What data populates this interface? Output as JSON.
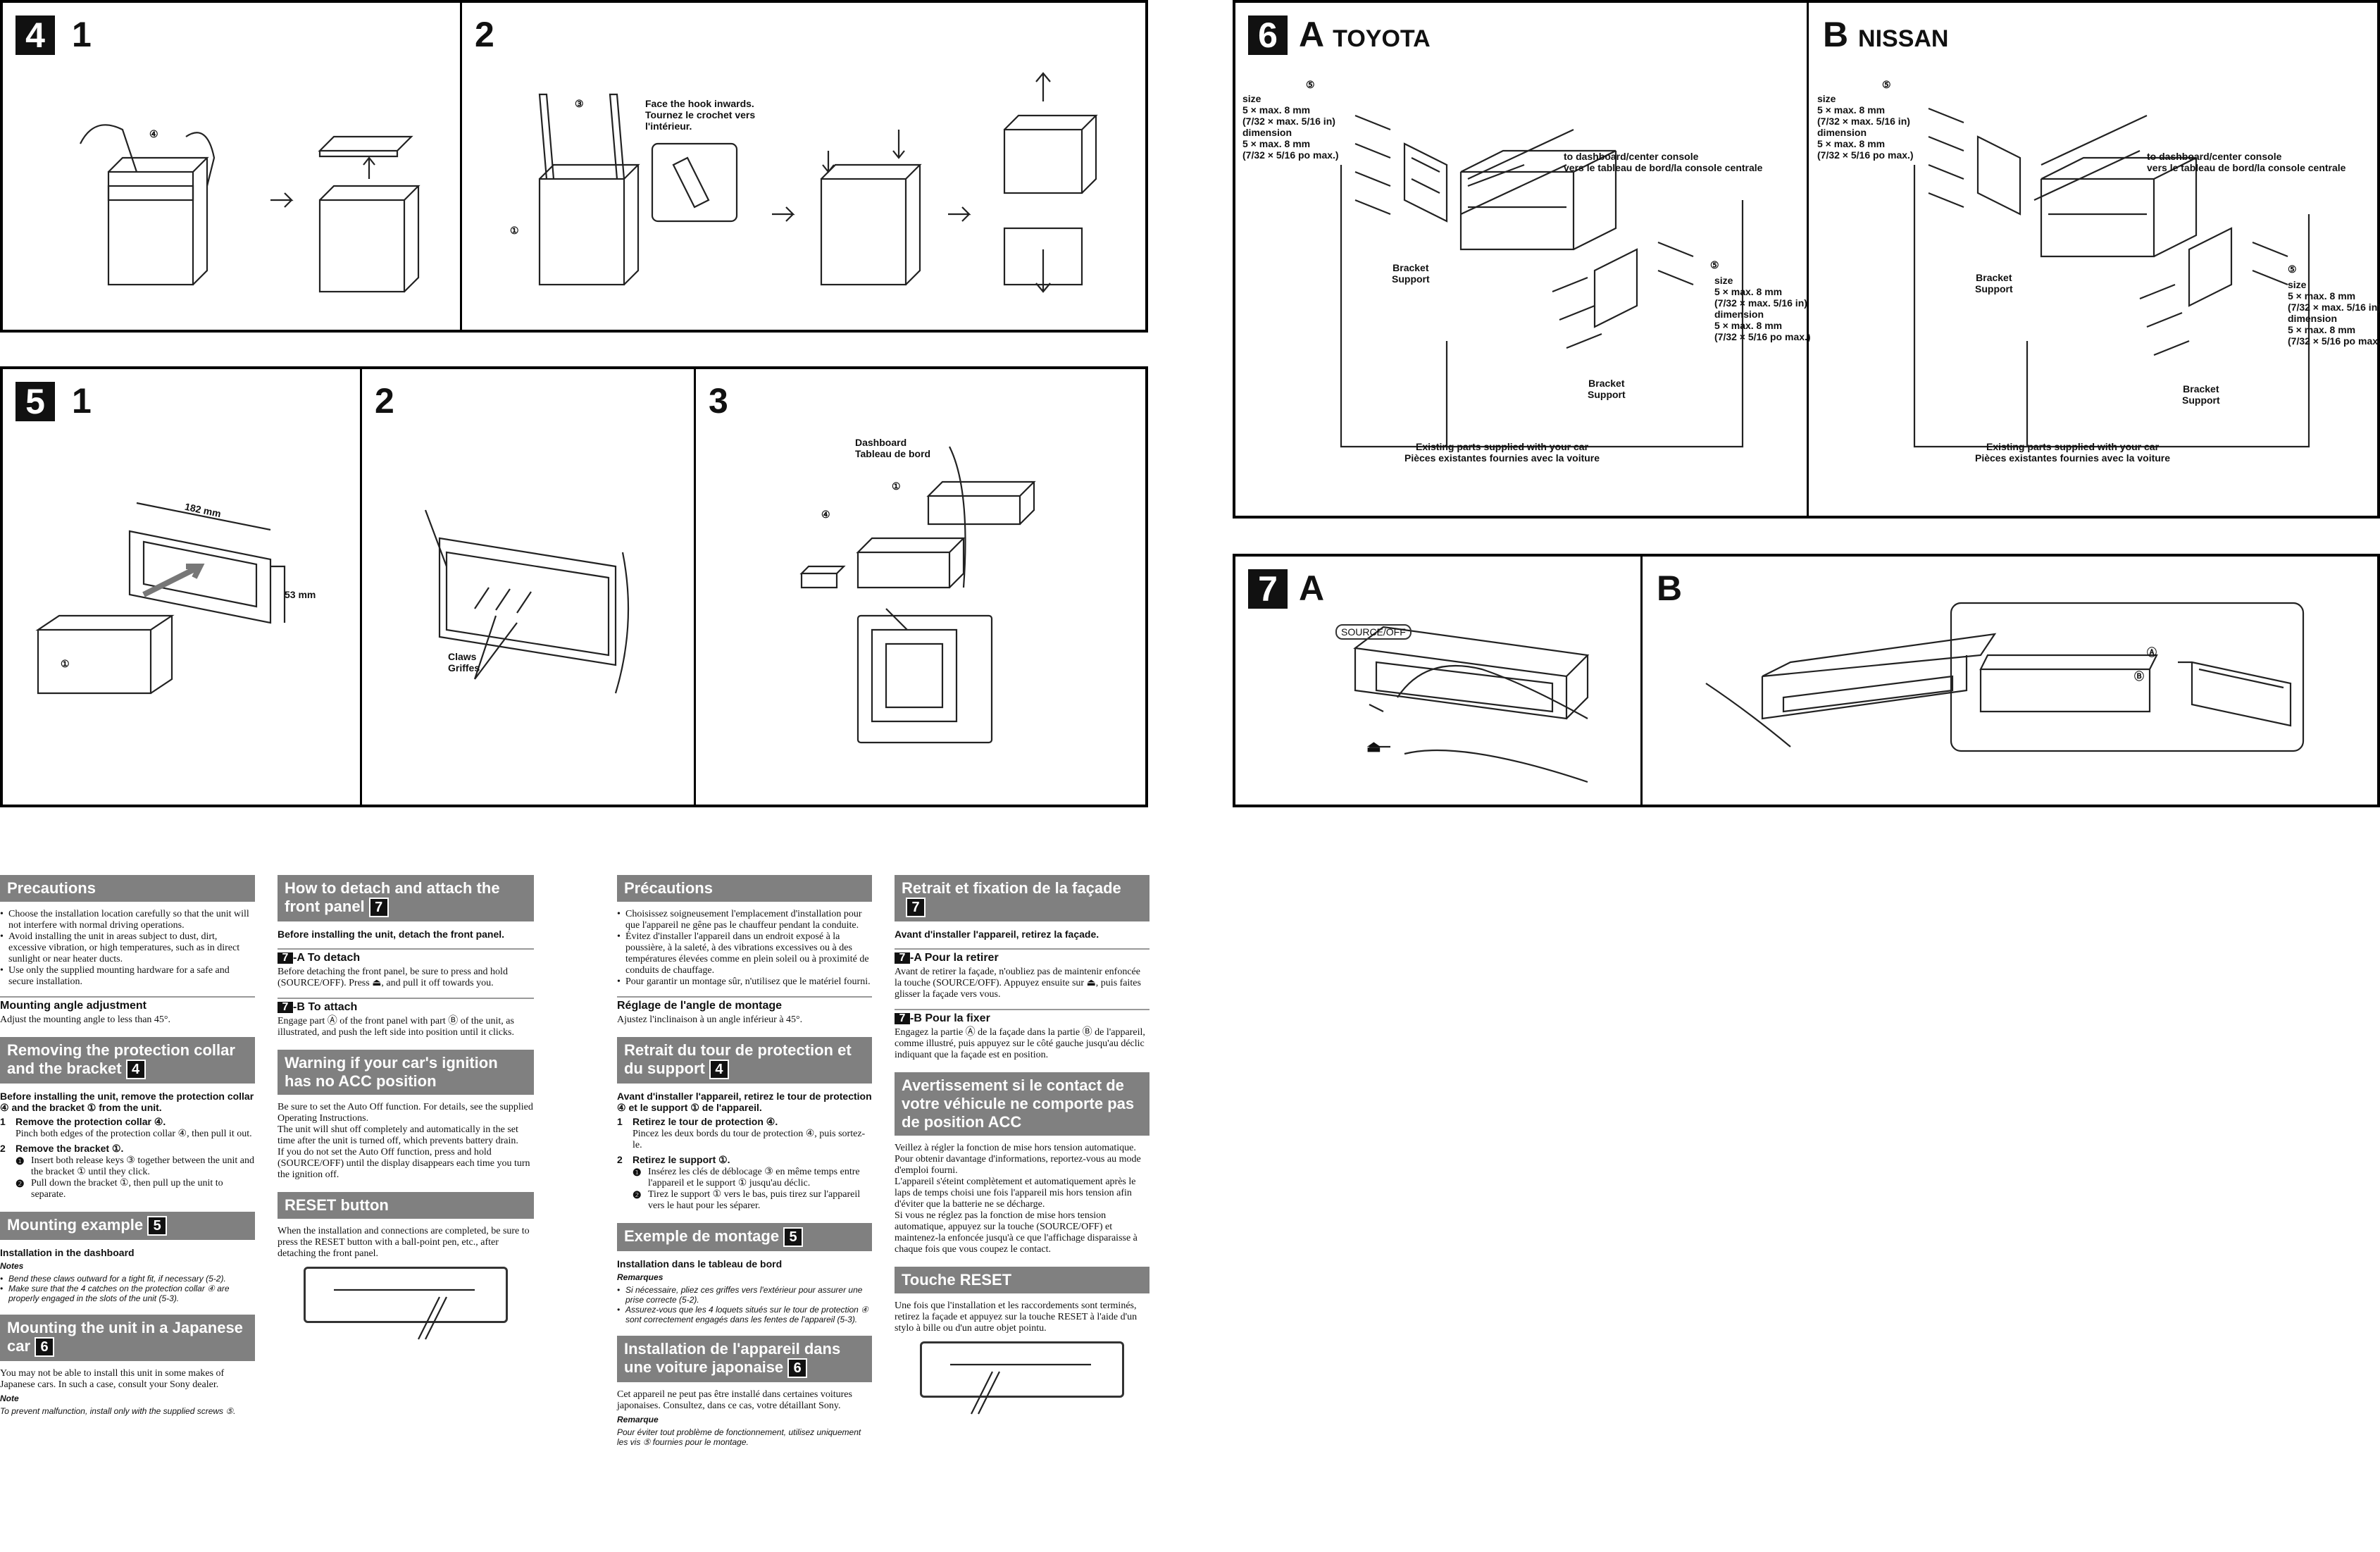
{
  "sec4": {
    "badge": "4",
    "step1": "1",
    "step2": "2",
    "face_hook": "Face the hook inwards.\nTournez le crochet vers\nl'intérieur.",
    "c1": "①",
    "c3": "③",
    "c4": "④"
  },
  "sec5": {
    "badge": "5",
    "step1": "1",
    "step2": "2",
    "step3": "3",
    "dim_w": "182 mm",
    "dim_h": "53 mm",
    "claws": "Claws\nGriffes",
    "dashboard": "Dashboard\nTableau de bord",
    "c1": "①",
    "c4": "④"
  },
  "sec6": {
    "badge": "6",
    "a_letter": "A",
    "a_brand": "TOYOTA",
    "b_letter": "B",
    "b_brand": "NISSAN",
    "size_text": "size\n5 × max. 8 mm\n(7/32 × max. 5/16 in)\ndimension\n5 × max. 8 mm\n(7/32 × 5/16 po max.)",
    "to_dashboard": "to dashboard/center console\nvers le tableau de bord/la console centrale",
    "bracket_support": "Bracket\nSupport",
    "existing_parts": "Existing parts supplied with your car\nPièces existantes fournies avec la voiture",
    "c5": "⑤"
  },
  "sec7": {
    "badge": "7",
    "a_letter": "A",
    "b_letter": "B",
    "source_off": "SOURCE/OFF",
    "ca": "Ⓐ",
    "cb": "Ⓑ"
  },
  "col1": {
    "precautions": "Precautions",
    "prec_items": [
      "Choose the installation location carefully so that the unit will not interfere with normal driving operations.",
      "Avoid installing the unit in areas subject to dust, dirt, excessive vibration, or high temperatures, such as in direct sunlight or near heater ducts.",
      "Use only the supplied mounting hardware for a safe and secure installation."
    ],
    "angle_title": "Mounting angle adjustment",
    "angle_text": "Adjust the mounting angle to less than 45°.",
    "remove_title": "Removing the protection collar and the bracket",
    "remove_ref": "4",
    "remove_intro": "Before installing the unit, remove the protection collar ④ and the bracket ① from the unit.",
    "r1_n": "1",
    "r1_t": "Remove the protection collar ④.",
    "r1_d": "Pinch both edges of the protection collar ④, then pull it out.",
    "r2_n": "2",
    "r2_t": "Remove the bracket ①.",
    "r2_a_n": "❶",
    "r2_a": "Insert both release keys ③ together between the unit and the bracket ① until they click.",
    "r2_b_n": "❷",
    "r2_b": "Pull down the bracket ①, then pull up the unit to separate.",
    "mount_title": "Mounting example",
    "mount_ref": "5",
    "mount_sub": "Installation in the dashboard",
    "notes_label": "Notes",
    "mount_notes": [
      "Bend these claws outward for a tight fit, if necessary (5-2).",
      "Make sure that the 4 catches on the protection collar ④ are properly engaged in the slots of the unit (5-3)."
    ],
    "japan_title": "Mounting the unit in a Japanese car",
    "japan_ref": "6",
    "japan_text": "You may not be able to install this unit in some makes of Japanese cars. In such a case, consult your Sony dealer.",
    "note_label": "Note",
    "japan_note": "To prevent malfunction, install only with the supplied screws ⑤."
  },
  "col2": {
    "detach_title": "How to detach and attach the front panel",
    "detach_ref": "7",
    "detach_intro": "Before installing the unit, detach the front panel.",
    "a_ref": "7",
    "a_title": "-A  To detach",
    "a_text": "Before detaching the front panel, be sure to press and hold (SOURCE/OFF). Press ⏏, and pull it off towards you.",
    "b_ref": "7",
    "b_title": "-B  To attach",
    "b_text": "Engage part Ⓐ of the front panel with part Ⓑ of the unit, as illustrated, and push the left side into position until it clicks.",
    "warn_title": "Warning if your car's ignition has no ACC position",
    "warn_text": "Be sure to set the Auto Off function. For details, see the supplied Operating Instructions.\nThe unit will shut off completely and automatically in the set time after the unit is turned off, which prevents battery drain.\nIf you do not set the Auto Off function, press and hold (SOURCE/OFF) until the display disappears each time you turn the ignition off.",
    "reset_title": "RESET button",
    "reset_text": "When the installation and connections are completed, be sure to press the RESET button with a ball-point pen, etc., after detaching the front panel."
  },
  "col3": {
    "precautions": "Précautions",
    "prec_items": [
      "Choisissez soigneusement l'emplacement d'installation pour que l'appareil ne gêne pas le chauffeur pendant la conduite.",
      "Évitez d'installer l'appareil dans un endroit exposé à la poussière, à la saleté, à des vibrations excessives ou à des températures élevées comme en plein soleil ou à proximité de conduits de chauffage.",
      "Pour garantir un montage sûr, n'utilisez que le matériel fourni."
    ],
    "angle_title": "Réglage de l'angle de montage",
    "angle_text": "Ajustez l'inclinaison à un angle inférieur à 45°.",
    "remove_title": "Retrait du tour de protection et du support",
    "remove_ref": "4",
    "remove_intro": "Avant d'installer l'appareil, retirez le tour de protection ④ et le support ① de l'appareil.",
    "r1_n": "1",
    "r1_t": "Retirez le tour de protection ④.",
    "r1_d": "Pincez les deux bords du tour de protection ④, puis sortez-le.",
    "r2_n": "2",
    "r2_t": "Retirez le support ①.",
    "r2_a_n": "❶",
    "r2_a": "Insérez les clés de déblocage ③ en même temps entre l'appareil et le support ① jusqu'au déclic.",
    "r2_b_n": "❷",
    "r2_b": "Tirez le support ① vers le bas, puis tirez sur l'appareil vers le haut pour les séparer.",
    "mount_title": "Exemple de montage",
    "mount_ref": "5",
    "mount_sub": "Installation dans le tableau de bord",
    "notes_label": "Remarques",
    "mount_notes": [
      "Si nécessaire, pliez ces griffes vers l'extérieur pour assurer une prise correcte (5-2).",
      "Assurez-vous que les 4 loquets situés sur le tour de protection ④ sont correctement engagés dans les fentes de l'appareil (5-3)."
    ],
    "japan_title": "Installation de l'appareil dans une voiture japonaise",
    "japan_ref": "6",
    "japan_text": "Cet appareil ne peut pas être installé dans certaines voitures japonaises. Consultez, dans ce cas, votre détaillant Sony.",
    "note_label": "Remarque",
    "japan_note": "Pour éviter tout problème de fonctionnement, utilisez uniquement les vis ⑤ fournies pour le montage."
  },
  "col4": {
    "detach_title": "Retrait et fixation de la façade",
    "detach_ref": "7",
    "detach_intro": "Avant d'installer l'appareil, retirez la façade.",
    "a_ref": "7",
    "a_title": "-A  Pour la retirer",
    "a_text": "Avant de retirer la façade, n'oubliez pas de maintenir enfoncée la touche (SOURCE/OFF). Appuyez ensuite sur ⏏, puis faites glisser la façade vers vous.",
    "b_ref": "7",
    "b_title": "-B  Pour la fixer",
    "b_text": "Engagez la partie Ⓐ de la façade dans la partie Ⓑ de l'appareil, comme illustré, puis appuyez sur le côté gauche jusqu'au déclic indiquant que la façade est en position.",
    "warn_title": "Avertissement si le contact de votre véhicule ne comporte pas de position ACC",
    "warn_text": "Veillez à régler la fonction de mise hors tension automatique. Pour obtenir davantage d'informations, reportez-vous au mode d'emploi fourni.\nL'appareil s'éteint complètement et automatiquement après le laps de temps choisi une fois l'appareil mis hors tension afin d'éviter que la batterie ne se décharge.\nSi vous ne réglez pas la fonction de mise hors tension automatique, appuyez sur la touche (SOURCE/OFF) et maintenez-la enfoncée jusqu'à ce que l'affichage disparaisse à chaque fois que vous coupez le contact.",
    "reset_title": "Touche RESET",
    "reset_text": "Une fois que l'installation et les raccordements sont terminés, retirez la façade et appuyez sur la touche RESET à l'aide d'un stylo à bille ou d'un autre objet pointu."
  }
}
